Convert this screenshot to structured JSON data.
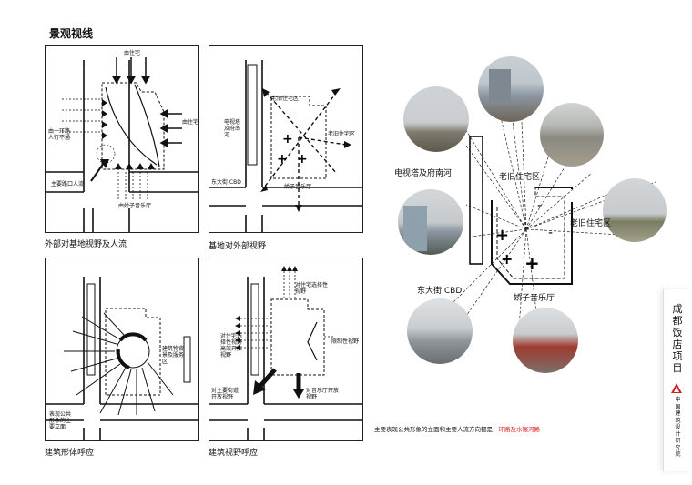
{
  "page_title": "景观视线",
  "panels": {
    "p1": {
      "caption": "外部对基地视野及人流",
      "label_residential_top": "由住宅",
      "label_residential_right": "由住宅",
      "label_ring_road": "由一环路\n人行不通",
      "label_main_entrance": "主要路口人流",
      "label_music_hall": "由娇子音乐厅"
    },
    "p2": {
      "caption": "基地对外部视野",
      "label_old_residential": "老旧住宅区",
      "label_old_residential_right": "老旧住宅区",
      "label_tv_tower": "电视塔\n及府南\n河",
      "label_cbd": "东大街 CBD",
      "label_music_hall": "娇子音乐厅"
    },
    "p3": {
      "caption": "建筑形体呼应",
      "label_service": "建筑物背\n景及服务\n区",
      "label_public": "表现公共\n形象的主\n要立面"
    },
    "p4": {
      "caption": "建筑视野呼应",
      "label_top": "对住宅选择性\n视野",
      "label_left": "对住宅选\n择性视野\n高效开放\n视野",
      "label_right": "限制性视野",
      "label_bottom_left": "对主要街道\n开放视野",
      "label_bottom_right": "对音乐厅开放\n视野"
    }
  },
  "big_diagram": {
    "label_tv_river": "电视塔及府南河",
    "label_old_res_top": "老旧住宅区",
    "label_old_res_right": "老旧住宅区",
    "label_cbd": "东大街 CBD",
    "label_music_hall": "娇子音乐厅"
  },
  "note": {
    "prefix": "主要表现公共形象的立面和主要人流方向都是",
    "highlight": "一环路及水碾河路"
  },
  "sidebar": {
    "project_title": "成都饭店项目",
    "org": "中国建筑设计研究院"
  },
  "colors": {
    "accent": "#d22222",
    "line": "#111111"
  }
}
